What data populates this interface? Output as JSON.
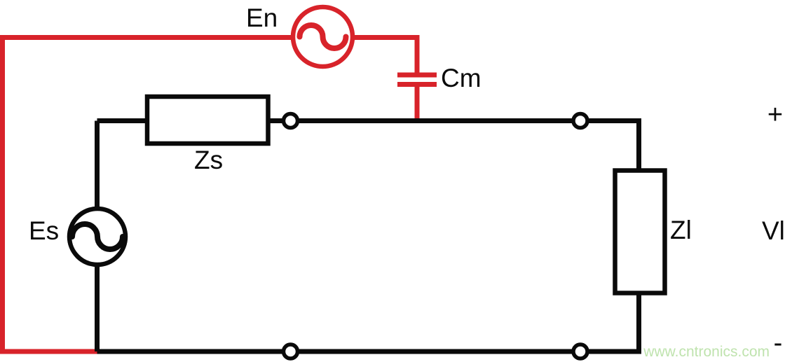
{
  "labels": {
    "noise_source": "En",
    "coupling_capacitor": "Cm",
    "source_impedance": "Zs",
    "signal_source": "Es",
    "load_impedance": "Zl",
    "load_voltage": "Vl",
    "polarity_plus": "+",
    "polarity_minus": "-"
  },
  "components": [
    {
      "ref": "En",
      "type": "ac-voltage-source",
      "path": "noise-coupling-loop",
      "color": "red"
    },
    {
      "ref": "Cm",
      "type": "coupling-capacitor",
      "path": "noise-coupling-loop",
      "color": "red"
    },
    {
      "ref": "Zs",
      "type": "impedance-box",
      "path": "signal-circuit",
      "color": "black"
    },
    {
      "ref": "Es",
      "type": "ac-voltage-source",
      "path": "signal-circuit",
      "color": "black"
    },
    {
      "ref": "Zl",
      "type": "impedance-box",
      "path": "signal-circuit",
      "color": "black"
    },
    {
      "ref": "Vl",
      "type": "load-voltage-annotation",
      "polarity_top": "+",
      "polarity_bottom": "-"
    }
  ],
  "watermark": {
    "text": "www.cntronics.com",
    "color": "#bfe3ae"
  },
  "colors": {
    "noise_red": "#d8232a",
    "wire_black": "#0a0a0a",
    "watermark_green": "#bfe3ae",
    "background": "#ffffff"
  }
}
